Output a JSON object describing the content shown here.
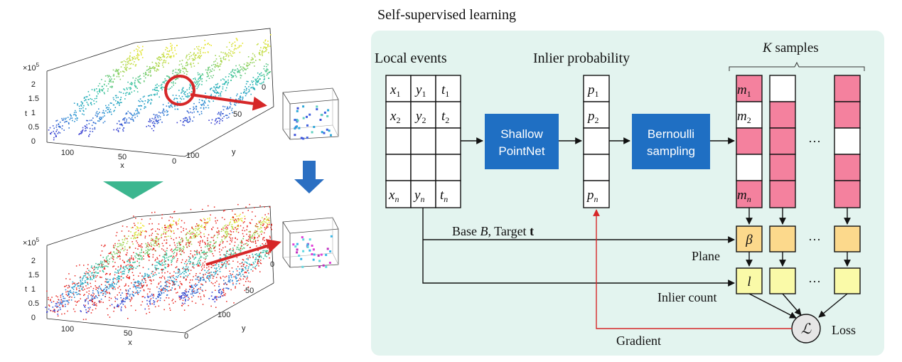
{
  "title": "Self-supervised learning",
  "labels": {
    "local_events": "Local events",
    "inlier_probability": "Inlier probability",
    "k_samples_k": "K",
    "k_samples_text": " samples",
    "shallow_pointnet_1": "Shallow",
    "shallow_pointnet_2": "PointNet",
    "bernoulli_1": "Bernoulli",
    "bernoulli_2": "sampling",
    "base_text": "Base ",
    "base_b": "B",
    "target_text": ", Target ",
    "target_t": "t",
    "plane": "Plane",
    "inlier_count": "Inlier count",
    "loss": "Loss",
    "gradient": "Gradient",
    "ellipsis": "···",
    "loss_symbol": "ℒ",
    "beta": "β",
    "l": "l"
  },
  "table": {
    "r1": [
      "x",
      "1",
      "y",
      "1",
      "t",
      "1"
    ],
    "r2": [
      "x",
      "2",
      "y",
      "2",
      "t",
      "2"
    ],
    "rn": [
      "x",
      "n",
      "y",
      "n",
      "t",
      "n"
    ]
  },
  "probs": {
    "p": "p",
    "s1": "1",
    "s2": "2",
    "sn": "n"
  },
  "masks": {
    "m": "m",
    "s1": "1",
    "s2": "2",
    "sn": "n"
  },
  "plots": {
    "top": {
      "exp": "×10",
      "exp_power": "5",
      "t_ticks": [
        "2",
        "1.5",
        "1",
        "0.5",
        "0"
      ],
      "x_ticks": [
        "100",
        "50",
        "0"
      ],
      "y_ticks": [
        "0",
        "50",
        "100"
      ],
      "xlabel": "x",
      "ylabel": "y",
      "tlabel": "t"
    },
    "bottom": {
      "exp": "×10",
      "exp_power": "5",
      "t_ticks": [
        "2",
        "1.5",
        "1",
        "0.5",
        "0"
      ],
      "x_ticks": [
        "100",
        "50",
        "0"
      ],
      "y_ticks": [
        "0",
        "50",
        "100"
      ],
      "xlabel": "x",
      "ylabel": "y",
      "tlabel": "t"
    }
  },
  "colors": {
    "panel": "#e3f4ef",
    "block_blue": "#1f6fc3",
    "mask_pink": "#f4819e",
    "plane_orange": "#fcd98c",
    "count_yellow": "#fafaa8",
    "gradient_red": "#d62728",
    "down_green": "#3cb68f",
    "down_blue": "#2b6fc2"
  }
}
